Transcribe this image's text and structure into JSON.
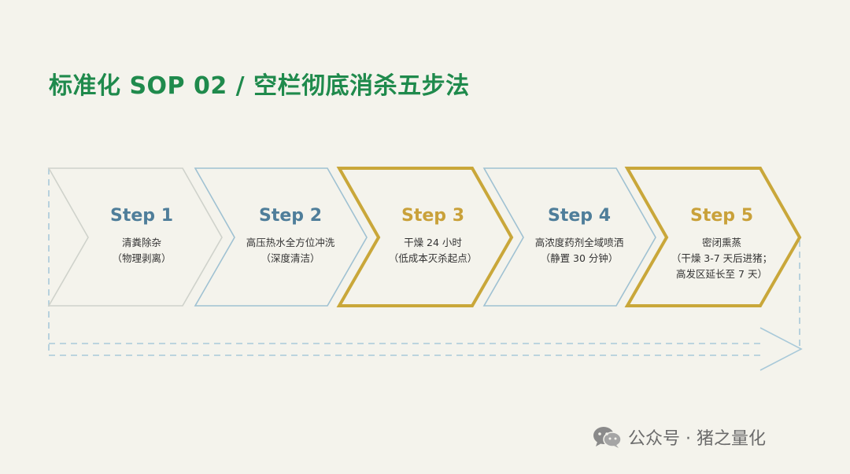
{
  "title": "标准化 SOP 02 / 空栏彻底消杀五步法",
  "colors": {
    "title": "#1f8a4c",
    "step_gray": "#c9ccc6",
    "step_blue": "#9fc1d2",
    "step_gold": "#c9a73a",
    "label_blue": "#4f7e9a",
    "label_gold": "#c9a13a",
    "dashed": "#a8c9d9"
  },
  "steps": [
    {
      "label": "Step 1",
      "desc": "清粪除杂\n（物理剥离）",
      "style": "gray"
    },
    {
      "label": "Step 2",
      "desc": "高压热水全方位冲洗\n（深度清洁）",
      "style": "blue"
    },
    {
      "label": "Step 3",
      "desc": "干燥 24 小时\n（低成本灭杀起点）",
      "style": "gold"
    },
    {
      "label": "Step 4",
      "desc": "高浓度药剂全域喷洒\n（静置 30 分钟）",
      "style": "blue"
    },
    {
      "label": "Step 5",
      "desc": "密闭熏蒸\n（干燥 3-7 天后进猪；\n高发区延长至 7 天）",
      "style": "gold"
    }
  ],
  "footer": {
    "icon": "wechat-icon",
    "text": "公众号 · 猪之量化"
  }
}
